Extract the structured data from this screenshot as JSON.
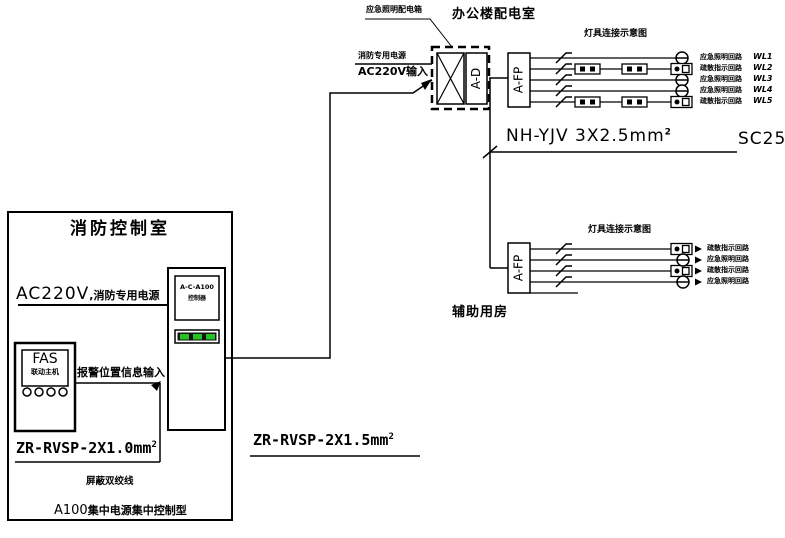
{
  "control_room": {
    "title": "消防控制室",
    "power_main": "AC220V",
    "power_note": ",消防专用电源",
    "fas_label": "FAS",
    "fas_sub": "联动主机",
    "alarm_input": "报警位置信息输入",
    "controller_model": "A-C-A100",
    "controller_sub": "控制器",
    "cable_zr10": "ZR-RVSP-2X1.0mm",
    "cable_zr10_sup": "2",
    "shielded_note": "屏蔽双绞线",
    "system_model": "A100",
    "system_note": "集中电源集中控制型"
  },
  "distribution_room": {
    "title": "办公楼配电室",
    "top_annotation": "应急照明配电箱",
    "input_note": "消防专用电源",
    "input_label": "AC220V输入",
    "ad_label": "A-D",
    "afp_label": "A-FP"
  },
  "riser": {
    "cable": "NH-YJV 3X2.5mm",
    "cable_sup": "2",
    "conduit": "SC25"
  },
  "mid_cable": {
    "text": "ZR-RVSP-2X1.5mm",
    "sup": "2"
  },
  "aux_room": {
    "title": "辅助用房",
    "afp_label": "A-FP"
  },
  "upper_circuits": {
    "title": "灯具连接示意图",
    "rows": [
      {
        "label": "应急照明回路",
        "wl": "WL1"
      },
      {
        "label": "疏散指示回路",
        "wl": "WL2"
      },
      {
        "label": "应急照明回路",
        "wl": "WL3"
      },
      {
        "label": "应急照明回路",
        "wl": "WL4"
      },
      {
        "label": "疏散指示回路",
        "wl": "WL5"
      }
    ]
  },
  "lower_circuits": {
    "title": "灯具连接示意图",
    "rows": [
      {
        "label": "疏散指示回路"
      },
      {
        "label": "应急照明回路"
      },
      {
        "label": "疏散指示回路"
      },
      {
        "label": "应急照明回路"
      }
    ]
  }
}
